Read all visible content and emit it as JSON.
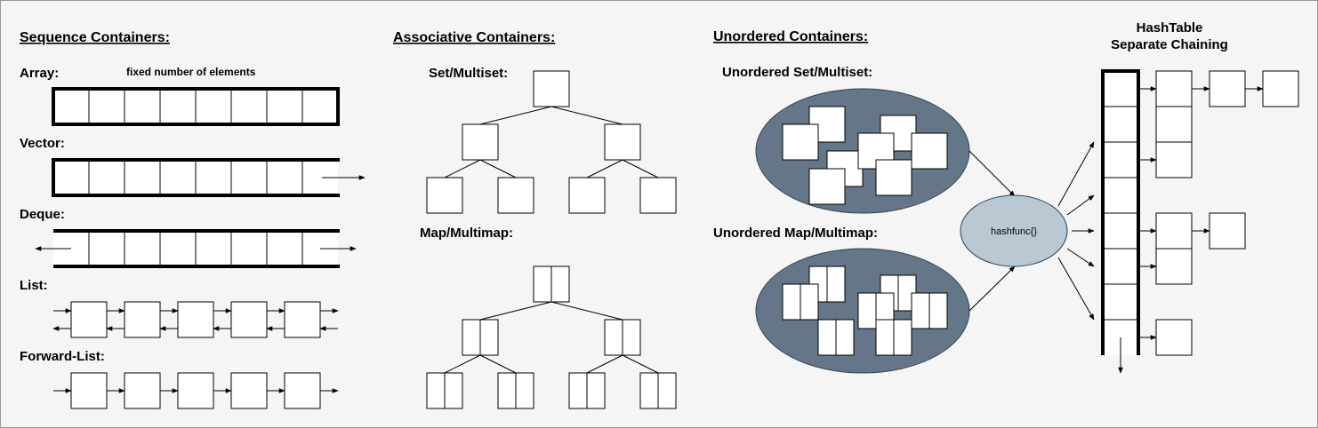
{
  "sequence": {
    "heading": "Sequence Containers:",
    "array_label": "Array:",
    "array_note": "fixed number of elements",
    "vector_label": "Vector:",
    "deque_label": "Deque:",
    "list_label": "List:",
    "forward_list_label": "Forward-List:"
  },
  "associative": {
    "heading": "Associative Containers:",
    "set_label": "Set/Multiset:",
    "map_label": "Map/Multimap:"
  },
  "unordered": {
    "heading": "Unordered Containers:",
    "set_label": "Unordered Set/Multiset:",
    "map_label": "Unordered Map/Multimap:",
    "hash_func": "hashfunc{}"
  },
  "hashtable": {
    "title_line1": "HashTable",
    "title_line2": "Separate Chaining"
  },
  "colors": {
    "background": "#f5f5f5",
    "ellipse_fill": "#647687",
    "hash_fill": "#bac8d3",
    "hash_stroke": "#23445d"
  }
}
